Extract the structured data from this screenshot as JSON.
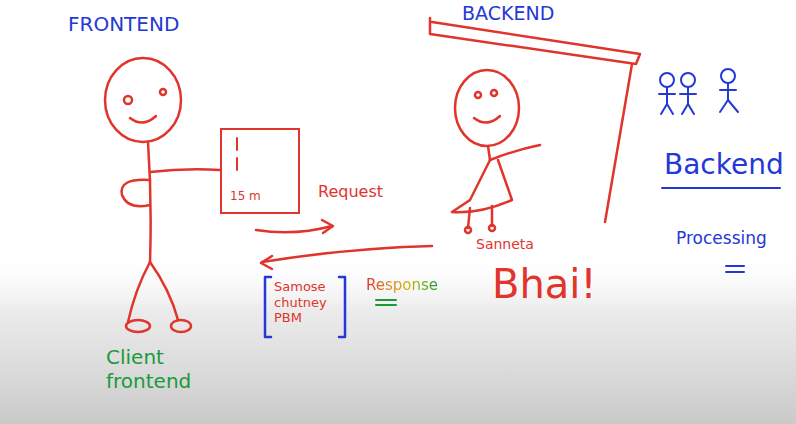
{
  "diagram": {
    "nodes": [
      {
        "text": [
          "15 m"
        ]
      },
      {
        "text": [
          "Samose chutney PBM"
        ]
      }
    ],
    "labels": [
      "FRONTEND",
      "BACKEND",
      "Request",
      "Response",
      "Sanneta",
      "Bhai!",
      "Backend",
      "Processing",
      "Client frontend"
    ]
  }
}
